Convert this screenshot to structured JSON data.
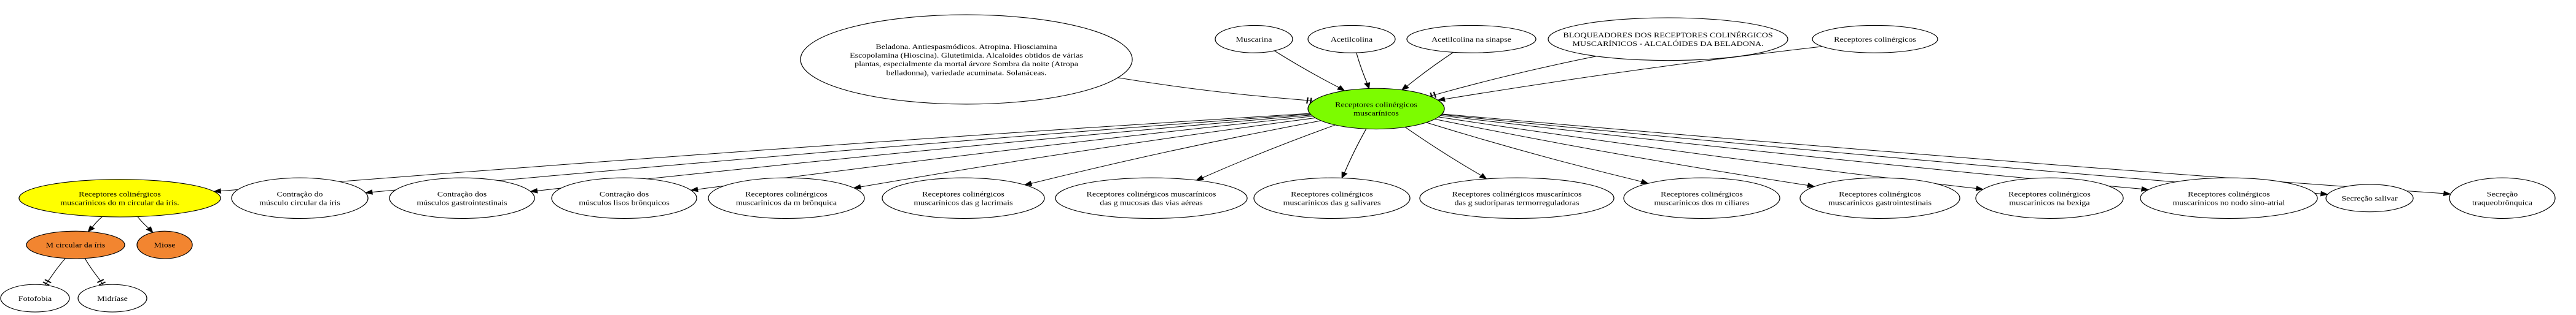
{
  "colors": {
    "center_fill": "#7cfc00",
    "highlight_fill": "#ffff00",
    "effect_fill": "#f28530",
    "default_fill": "#ffffff",
    "stroke": "#000000"
  },
  "nodes": {
    "belladona": {
      "lines": [
        "Beladona. Antiespasmódicos. Atropina. Hiosciamina",
        "Escopolamina (Hioscina). Glutetimida. Alcaloides obtidos de várias",
        "plantas, especialmente da mortal árvore Sombra da noite (Atropa",
        "belladonna), variedade acuminata. Solanáceas."
      ]
    },
    "muscarina": {
      "lines": [
        "Muscarina"
      ]
    },
    "acetilcolina": {
      "lines": [
        "Acetilcolina"
      ]
    },
    "acetilcolina_sinapse": {
      "lines": [
        "Acetilcolina na sinapse"
      ]
    },
    "bloqueadores": {
      "lines": [
        "BLOQUEADORES DOS RECEPTORES COLINÉRGICOS",
        "MUSCARÍNICOS - ALCALÓIDES DA BELADONA."
      ]
    },
    "receptores_colinergicos": {
      "lines": [
        "Receptores colinérgicos"
      ]
    },
    "center": {
      "lines": [
        "Receptores colinérgicos",
        "muscarínicos"
      ]
    },
    "m_circular_iris": {
      "lines": [
        "Receptores colinérgicos",
        "muscarínicos do m circular da íris."
      ]
    },
    "contracao_iris": {
      "lines": [
        "Contração do",
        "músculo circular da íris"
      ]
    },
    "contracao_gastro": {
      "lines": [
        "Contração dos",
        "músculos gastrointestinais"
      ]
    },
    "contracao_bronquicos": {
      "lines": [
        "Contração dos",
        "músculos lisos brônquicos"
      ]
    },
    "m_bronquica": {
      "lines": [
        "Receptores colinérgicos",
        "muscarínicos da m brônquica"
      ]
    },
    "g_lacrimais": {
      "lines": [
        "Receptores colinérgicos",
        "muscarínicos das g lacrimais"
      ]
    },
    "g_mucosas": {
      "lines": [
        "Receptores colinérgicos muscarínicos",
        "das g mucosas das vias aéreas"
      ]
    },
    "g_salivares": {
      "lines": [
        "Receptores colinérgicos",
        "muscarínicos das g salivares"
      ]
    },
    "g_sudoriparas": {
      "lines": [
        "Receptores colinérgicos muscarínicos",
        "das g sudoríparas termorreguladoras"
      ]
    },
    "m_ciliares": {
      "lines": [
        "Receptores colinérgicos",
        "muscarínicos dos m ciliares"
      ]
    },
    "gastrointestinais": {
      "lines": [
        "Receptores colinérgicos",
        "muscarínicos gastrointestinais"
      ]
    },
    "bexiga": {
      "lines": [
        "Receptores colinérgicos",
        "muscarínicos na bexiga"
      ]
    },
    "nodo_sino": {
      "lines": [
        "Receptores colinérgicos",
        "muscarínicos no nodo sino-atrial"
      ]
    },
    "secrecao_salivar": {
      "lines": [
        "Secreção salivar"
      ]
    },
    "secrecao_traqueo": {
      "lines": [
        "Secreção",
        "traqueobrônquica"
      ]
    },
    "m_circular": {
      "lines": [
        "M circular da íris"
      ]
    },
    "miose": {
      "lines": [
        "Miose"
      ]
    },
    "fotofobia": {
      "lines": [
        "Fotofobia"
      ]
    },
    "midriase": {
      "lines": [
        "Midríase"
      ]
    }
  }
}
